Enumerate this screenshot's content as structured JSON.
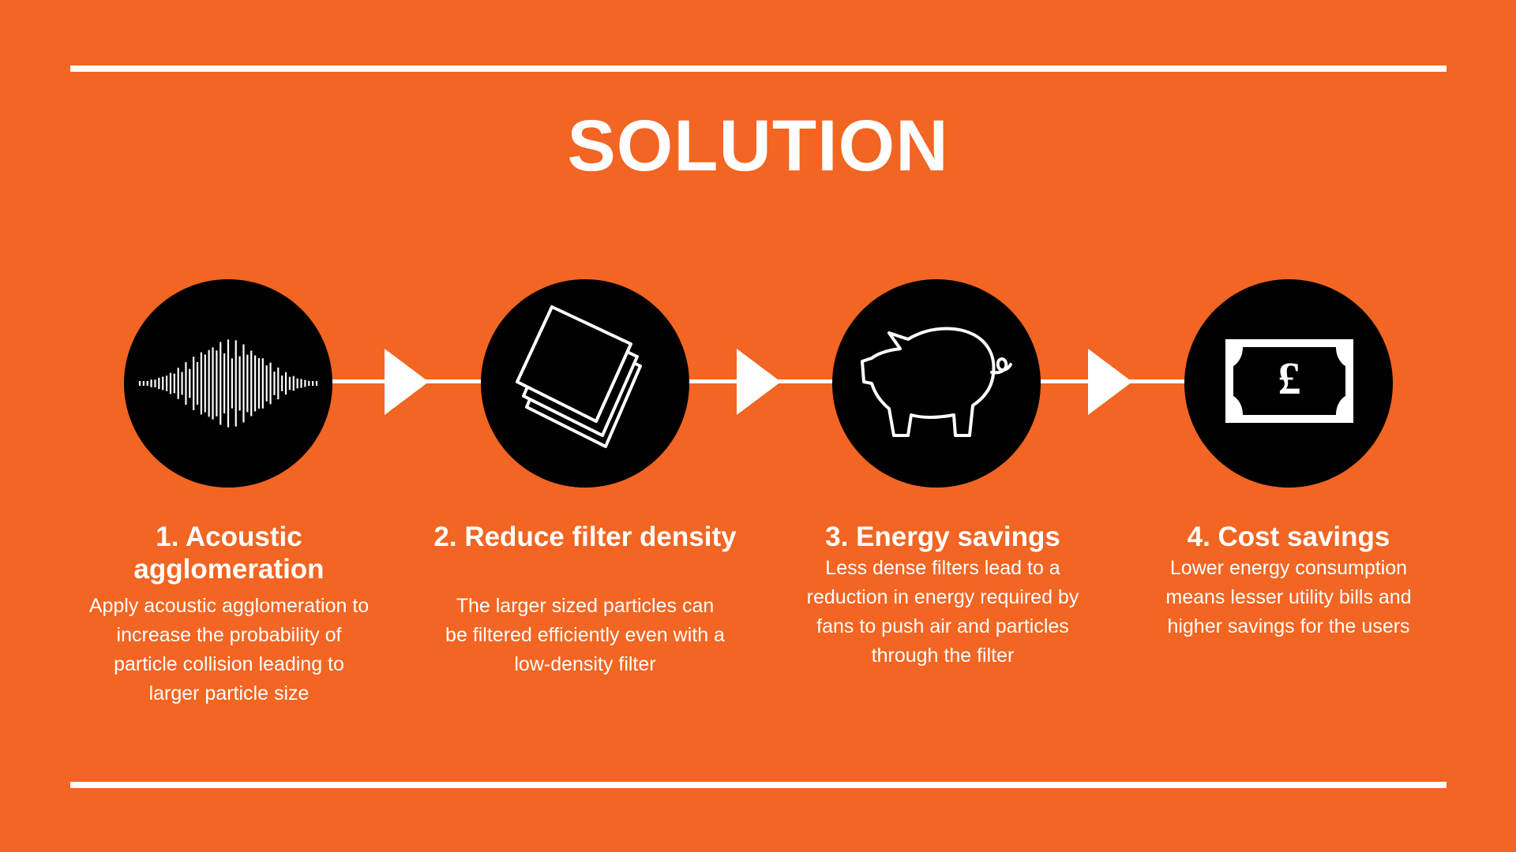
{
  "title": "SOLUTION",
  "colors": {
    "background": "#F26522",
    "circle": "#000000",
    "foreground": "#FFFFFF"
  },
  "steps": [
    {
      "title": "1.  Acoustic agglomeration",
      "description": "Apply acoustic agglomeration to increase the probability of particle collision leading to larger particle size",
      "icon": "sound-wave-icon"
    },
    {
      "title": "2. Reduce filter density",
      "description": "The larger sized particles can be filtered efficiently even with a low-density filter",
      "icon": "filter-layers-icon"
    },
    {
      "title": "3. Energy savings",
      "description": "Less dense filters lead to a reduction in energy required by fans to push air and particles through the filter",
      "icon": "piggy-bank-icon"
    },
    {
      "title": "4. Cost savings",
      "description": "Lower energy consumption means lesser utility bills and higher savings for the users",
      "icon": "banknote-icon"
    }
  ],
  "banknote_symbol": "£"
}
